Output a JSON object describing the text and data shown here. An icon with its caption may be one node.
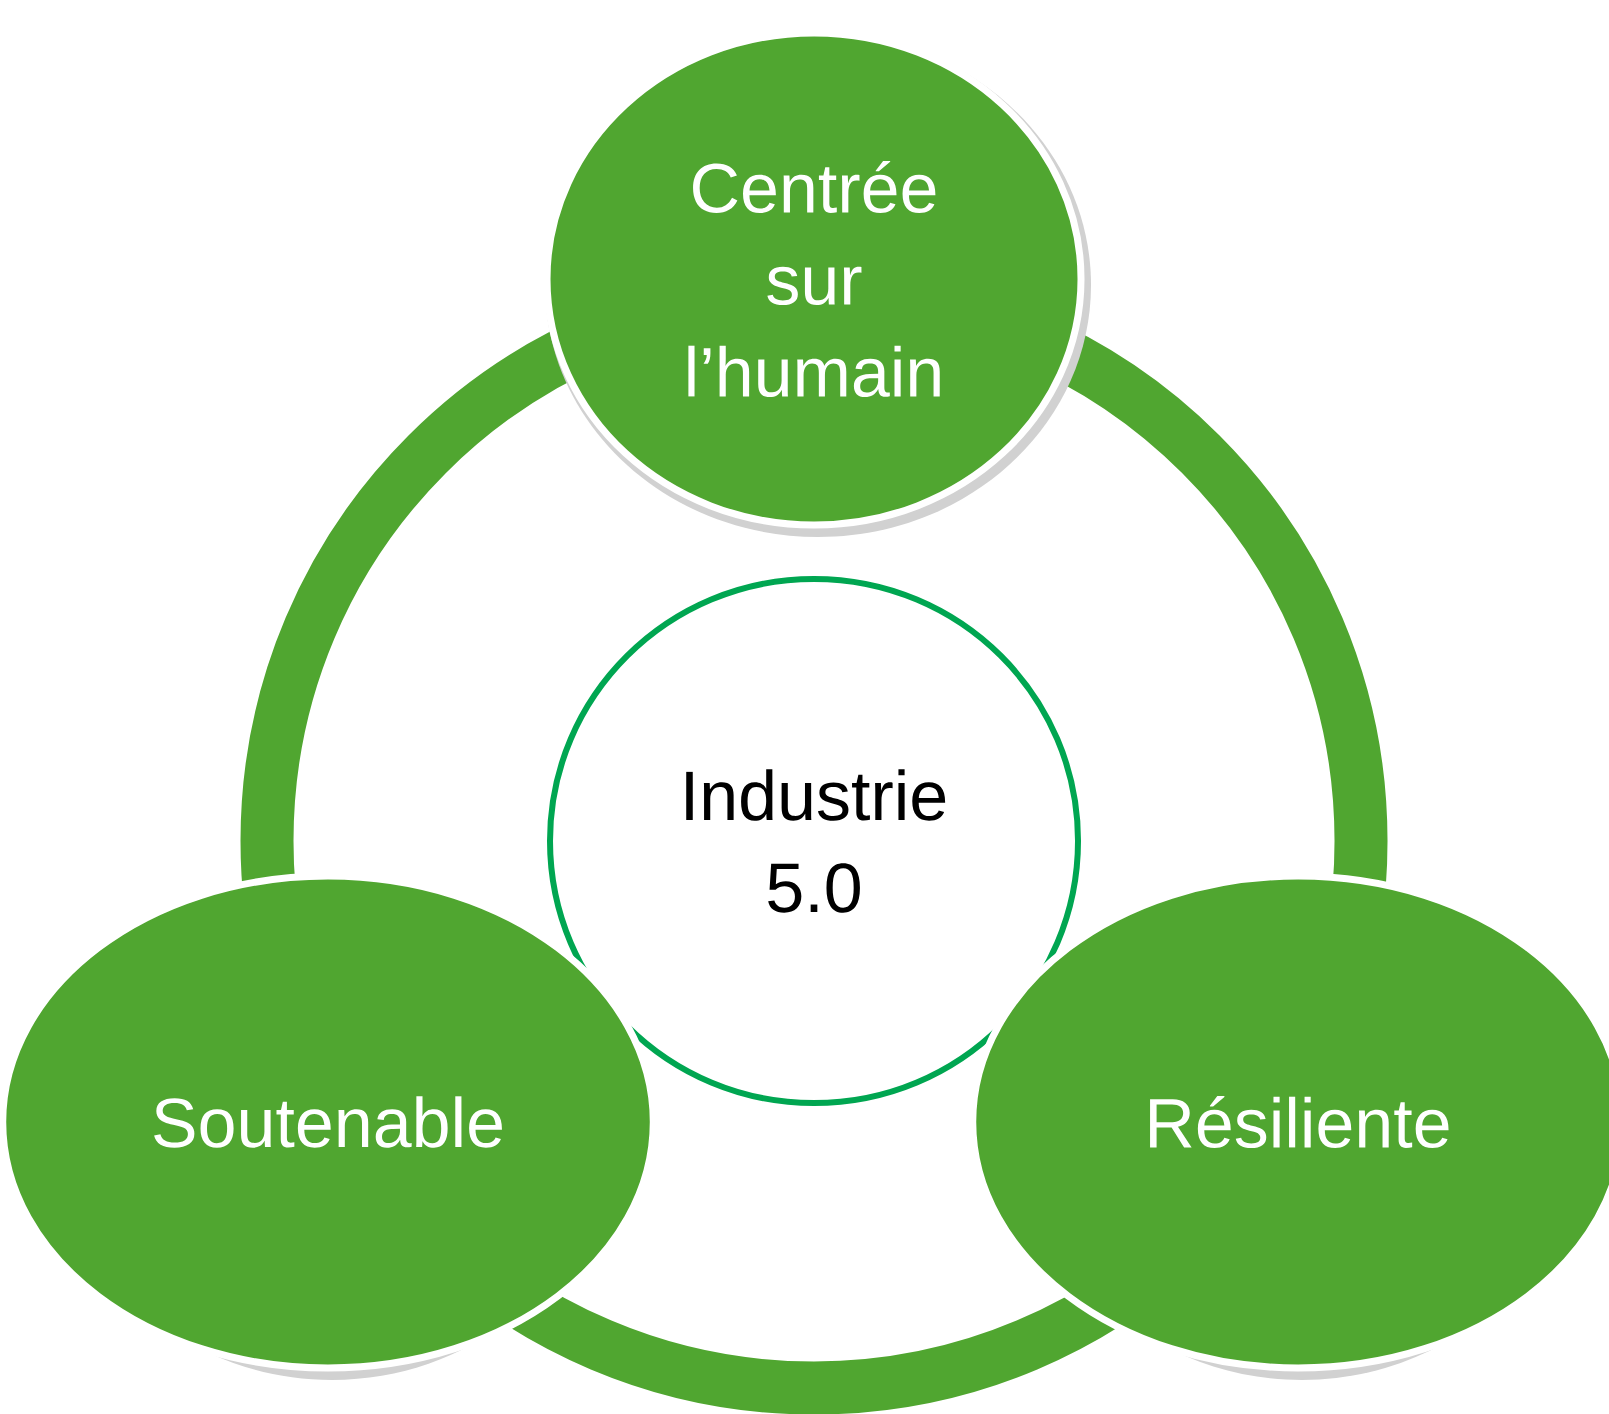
{
  "diagram": {
    "nodes": [
      {
        "text": [
          "Centrée sur l’humain"
        ]
      },
      {
        "text": [
          "Industrie 5.0"
        ]
      },
      {
        "text": [
          "Soutenable"
        ]
      },
      {
        "text": [
          "Résiliente"
        ]
      }
    ]
  }
}
